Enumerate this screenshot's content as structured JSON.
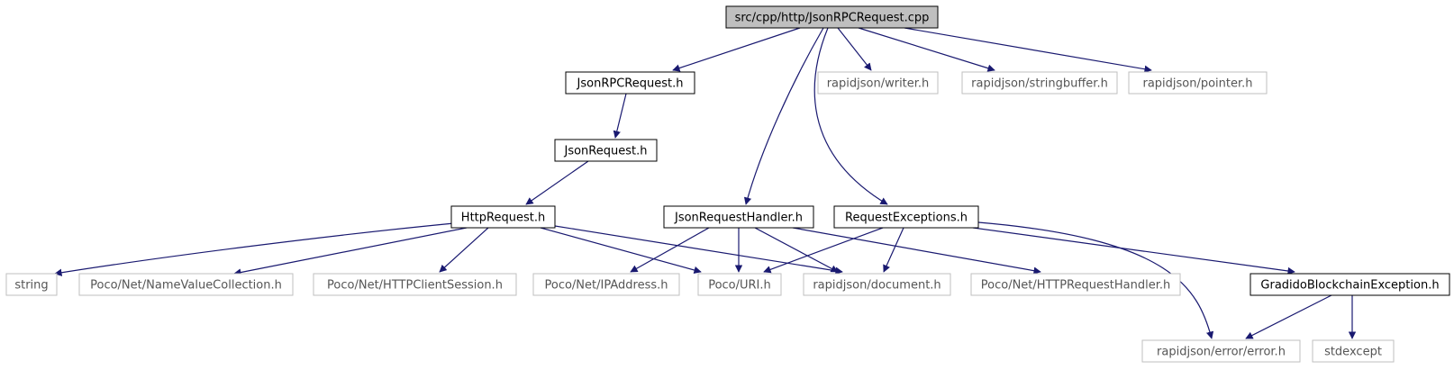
{
  "diagram": {
    "nodes": [
      {
        "id": "root",
        "label": "src/cpp/http/JsonRPCRequest.cpp",
        "kind": "root"
      },
      {
        "id": "jsonrpcrequest_h",
        "label": "JsonRPCRequest.h",
        "kind": "internal"
      },
      {
        "id": "writer_h",
        "label": "rapidjson/writer.h",
        "kind": "external"
      },
      {
        "id": "stringbuffer_h",
        "label": "rapidjson/stringbuffer.h",
        "kind": "external"
      },
      {
        "id": "pointer_h",
        "label": "rapidjson/pointer.h",
        "kind": "external"
      },
      {
        "id": "jsonrequest_h",
        "label": "JsonRequest.h",
        "kind": "internal"
      },
      {
        "id": "httprequest_h",
        "label": "HttpRequest.h",
        "kind": "internal"
      },
      {
        "id": "jsonrequesthandler_h",
        "label": "JsonRequestHandler.h",
        "kind": "internal"
      },
      {
        "id": "requestexceptions_h",
        "label": "RequestExceptions.h",
        "kind": "internal"
      },
      {
        "id": "string",
        "label": "string",
        "kind": "external"
      },
      {
        "id": "namevaluecollection_h",
        "label": "Poco/Net/NameValueCollection.h",
        "kind": "external"
      },
      {
        "id": "httpclientsession_h",
        "label": "Poco/Net/HTTPClientSession.h",
        "kind": "external"
      },
      {
        "id": "ipaddress_h",
        "label": "Poco/Net/IPAddress.h",
        "kind": "external"
      },
      {
        "id": "uri_h",
        "label": "Poco/URI.h",
        "kind": "external"
      },
      {
        "id": "document_h",
        "label": "rapidjson/document.h",
        "kind": "external"
      },
      {
        "id": "httprequesthandler_h",
        "label": "Poco/Net/HTTPRequestHandler.h",
        "kind": "external"
      },
      {
        "id": "gradidoblockchainexception_h",
        "label": "GradidoBlockchainException.h",
        "kind": "internal"
      },
      {
        "id": "error_h",
        "label": "rapidjson/error/error.h",
        "kind": "external"
      },
      {
        "id": "stdexcept",
        "label": "stdexcept",
        "kind": "external"
      }
    ],
    "edges": [
      {
        "from": "root",
        "to": "jsonrpcrequest_h"
      },
      {
        "from": "root",
        "to": "jsonrequesthandler_h"
      },
      {
        "from": "root",
        "to": "requestexceptions_h"
      },
      {
        "from": "root",
        "to": "writer_h"
      },
      {
        "from": "root",
        "to": "stringbuffer_h"
      },
      {
        "from": "root",
        "to": "pointer_h"
      },
      {
        "from": "jsonrpcrequest_h",
        "to": "jsonrequest_h"
      },
      {
        "from": "jsonrequest_h",
        "to": "httprequest_h"
      },
      {
        "from": "httprequest_h",
        "to": "string"
      },
      {
        "from": "httprequest_h",
        "to": "namevaluecollection_h"
      },
      {
        "from": "httprequest_h",
        "to": "httpclientsession_h"
      },
      {
        "from": "httprequest_h",
        "to": "uri_h"
      },
      {
        "from": "httprequest_h",
        "to": "document_h"
      },
      {
        "from": "jsonrequesthandler_h",
        "to": "ipaddress_h"
      },
      {
        "from": "jsonrequesthandler_h",
        "to": "uri_h"
      },
      {
        "from": "jsonrequesthandler_h",
        "to": "document_h"
      },
      {
        "from": "jsonrequesthandler_h",
        "to": "httprequesthandler_h"
      },
      {
        "from": "requestexceptions_h",
        "to": "uri_h"
      },
      {
        "from": "requestexceptions_h",
        "to": "document_h"
      },
      {
        "from": "requestexceptions_h",
        "to": "error_h"
      },
      {
        "from": "requestexceptions_h",
        "to": "gradidoblockchainexception_h"
      },
      {
        "from": "gradidoblockchainexception_h",
        "to": "error_h"
      },
      {
        "from": "gradidoblockchainexception_h",
        "to": "stdexcept"
      }
    ],
    "colors": {
      "edge": "#191970",
      "internal_border": "#000000",
      "external_border": "#bfbfbf",
      "root_fill": "#bfbfbf",
      "external_text": "#555555"
    }
  }
}
